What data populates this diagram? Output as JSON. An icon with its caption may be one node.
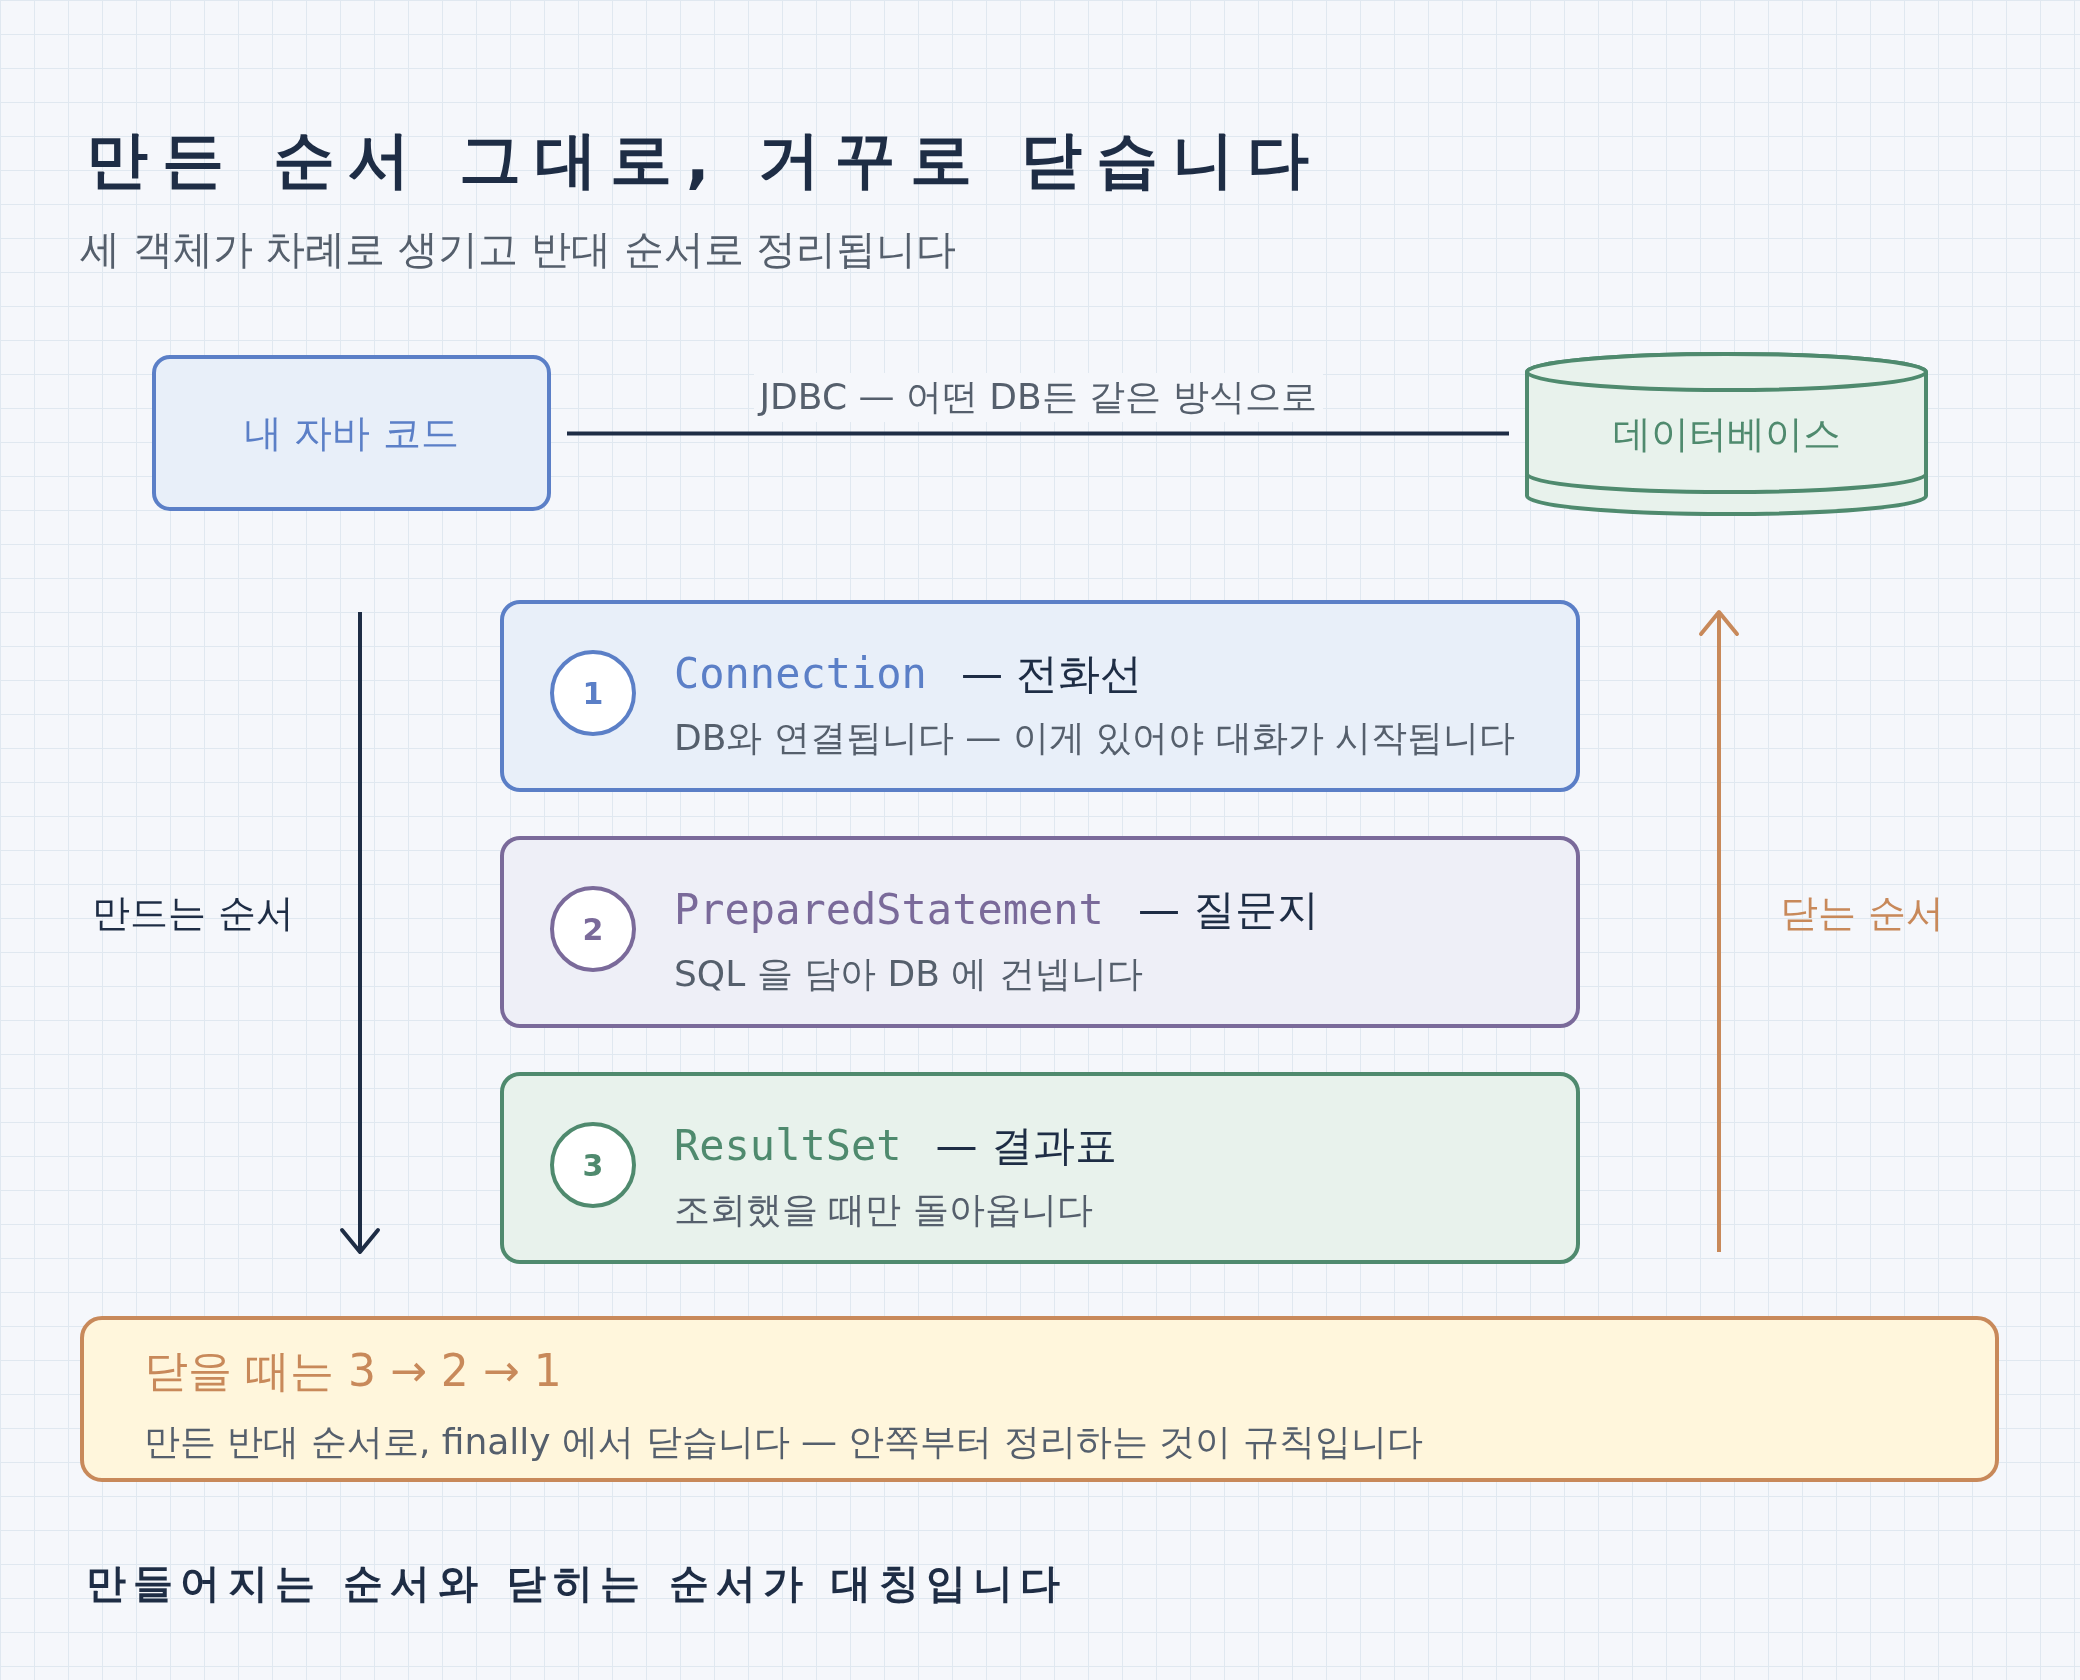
{
  "diagram": {
    "title": "만든 순서 그대로, 거꾸로 닫습니다",
    "caption": "만들어지는 순서와 닫히는 순서가 대칭입니다",
    "nodes": [
      {
        "text": [
          "내 자바 코드"
        ]
      },
      {
        "text": [
          "데이터베이스"
        ]
      },
      {
        "text": [
          "Connection",
          "— 전화선",
          "DB와 연결됩니다 — 이게 있어야 대화가 시작됩니다"
        ]
      },
      {
        "text": [
          "1"
        ],
        "in": 2
      },
      {
        "text": [
          "PreparedStatement",
          "— 질문지",
          "SQL 을 담아 DB 에 건넵니다"
        ]
      },
      {
        "text": [
          "2"
        ],
        "in": 4
      },
      {
        "text": [
          "ResultSet",
          "— 결과표",
          "조회했을 때만 돌아옵니다"
        ]
      },
      {
        "text": [
          "3"
        ],
        "in": 6
      },
      {
        "text": [
          "닫을 때는 3 → 2 → 1",
          "만든 반대 순서로, finally 에서 닫습니다 — 안쪽부터 정리하는 것이 규칙입니다"
        ]
      }
    ],
    "edges": [
      {
        "from": 0,
        "to": 1,
        "arrow": "none",
        "label": "JDBC — 어떤 DB든 같은 방식으로"
      }
    ],
    "labels": [
      "세 객체가 차례로 생기고 반대 순서로 정리됩니다",
      "만드는 순서",
      "닫는 순서"
    ]
  }
}
